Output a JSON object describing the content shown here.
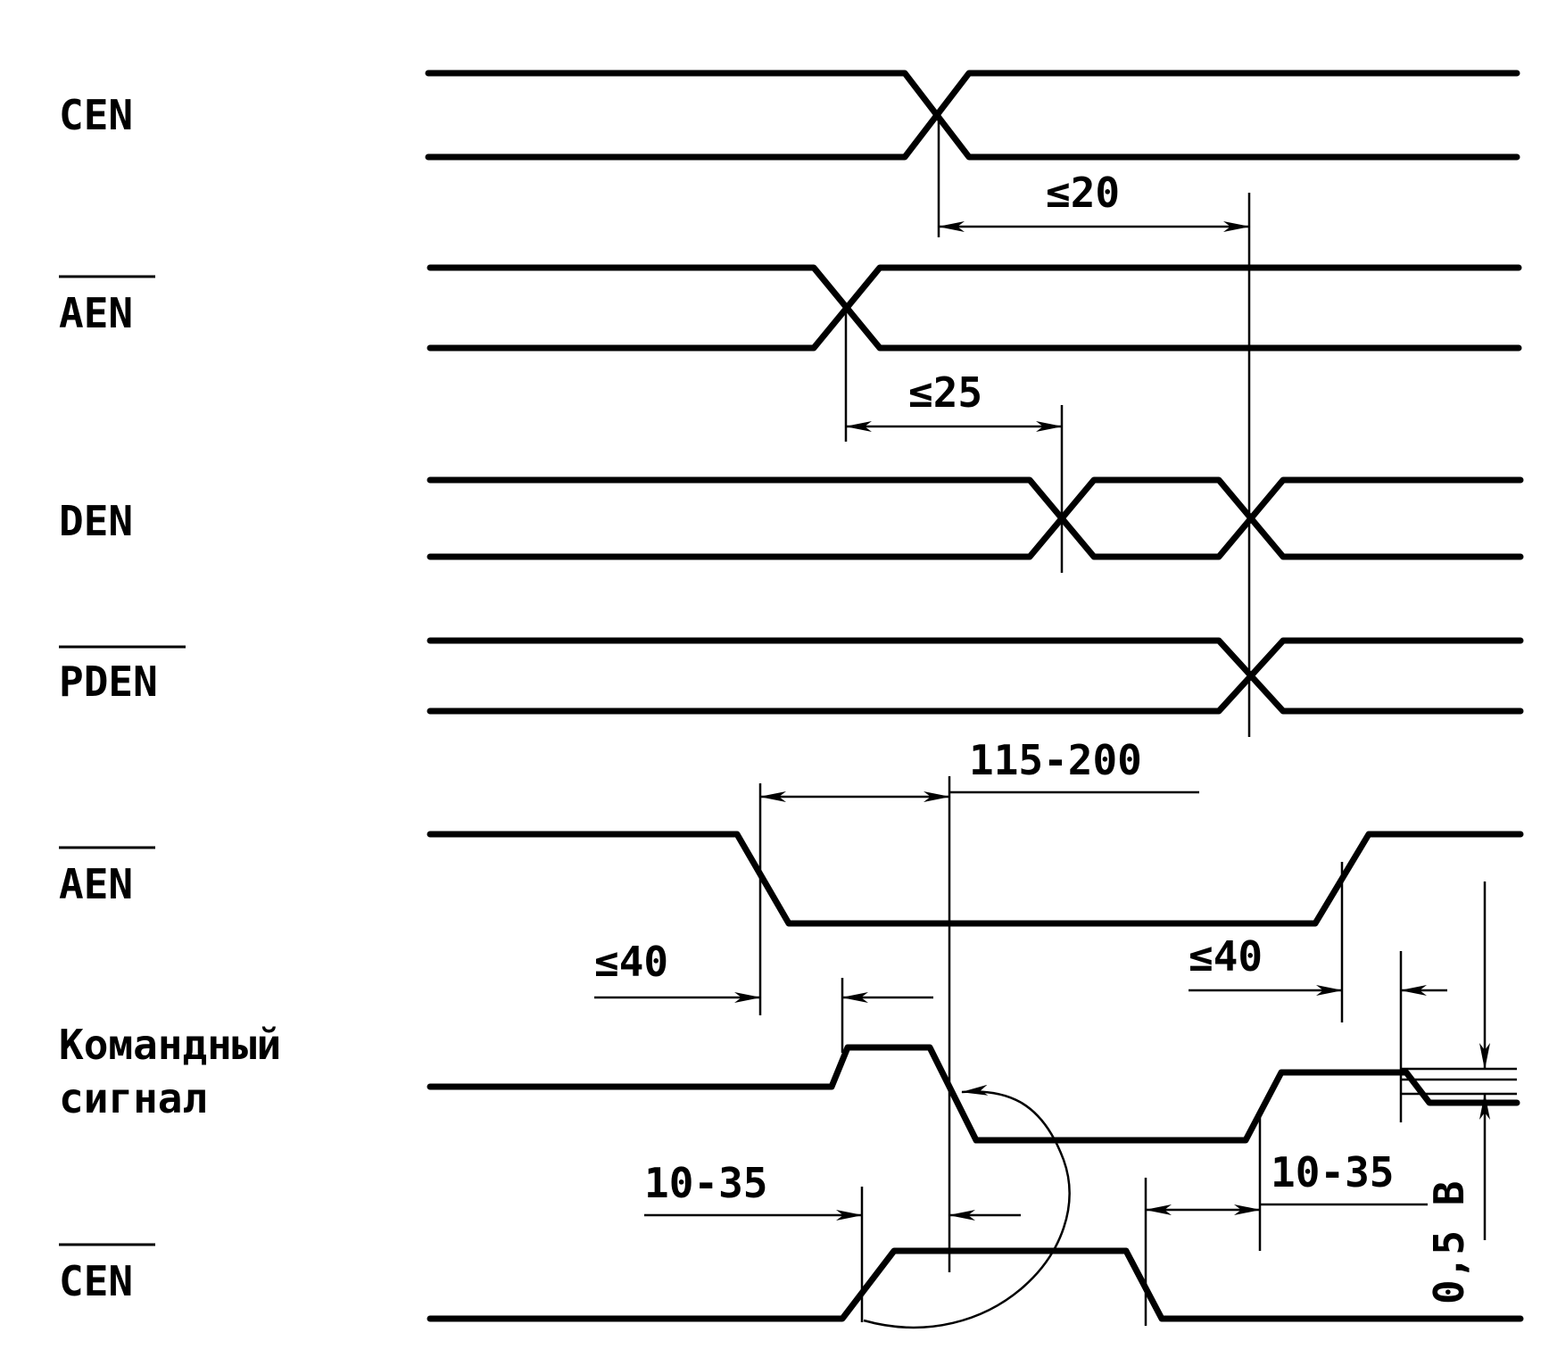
{
  "signals": [
    {
      "id": "cen",
      "label": "CEN",
      "overline": false
    },
    {
      "id": "aen1",
      "label": "AEN",
      "overline": true
    },
    {
      "id": "den",
      "label": "DEN",
      "overline": false
    },
    {
      "id": "pden",
      "label": "PDEN",
      "overline": true
    },
    {
      "id": "aen2",
      "label": "AEN",
      "overline": true
    },
    {
      "id": "cmd",
      "label_line1": "Командный",
      "label_line2": "сигнал",
      "overline": false
    },
    {
      "id": "cen2",
      "label": "CEN",
      "overline": true
    }
  ],
  "annotations": {
    "cen_to_pden": "≤20",
    "aen_to_den": "≤25",
    "aen_low_width": "115-200",
    "cmd_lead_left": "≤40",
    "cmd_lead_right": "≤40",
    "cen_lag_left": "10-35",
    "cen_lag_right": "10-35",
    "voltage": "0,5 В"
  }
}
